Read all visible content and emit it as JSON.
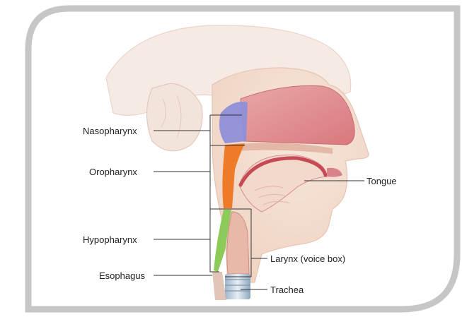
{
  "colors": {
    "frame": "#c8c8c8",
    "panel": "#ffffff",
    "nasopharynx": "#8f8fd8",
    "oropharynx": "#ef7a28",
    "hypopharynx": "#8ccb5a",
    "nasal_cavity": "#e5969a",
    "skin": "#f3dccd",
    "leader": "#333333"
  },
  "labels": {
    "nasopharynx": "Nasopharynx",
    "oropharynx": "Oropharynx",
    "hypopharynx": "Hypopharynx",
    "esophagus": "Esophagus",
    "tongue": "Tongue",
    "larynx": "Larynx (voice box)",
    "trachea": "Trachea"
  }
}
